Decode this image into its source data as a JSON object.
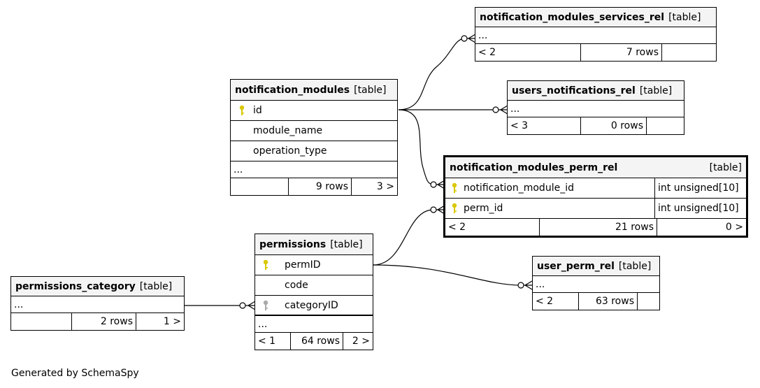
{
  "footer_text": "Generated by SchemaSpy",
  "colors": {
    "pk_key": "#d9c800",
    "fk_key": "#aaaaaa",
    "header_bg": "#f4f4f4"
  },
  "tables": {
    "notification_modules_services_rel": {
      "name": "notification_modules_services_rel",
      "tag": "[table]",
      "ellipsis": "...",
      "parents": "< 2",
      "rows": "7 rows",
      "children": ""
    },
    "users_notifications_rel": {
      "name": "users_notifications_rel",
      "tag": "[table]",
      "ellipsis": "...",
      "parents": "< 3",
      "rows": "0 rows",
      "children": ""
    },
    "notification_modules": {
      "name": "notification_modules",
      "tag": "[table]",
      "columns": [
        {
          "name": "id",
          "icon": "pk-key-icon"
        },
        {
          "name": "module_name"
        },
        {
          "name": "operation_type"
        }
      ],
      "ellipsis": "...",
      "parents": "",
      "rows": "9 rows",
      "children": "3 >"
    },
    "notification_modules_perm_rel": {
      "name": "notification_modules_perm_rel",
      "tag": "[table]",
      "columns": [
        {
          "name": "notification_module_id",
          "type": "int unsigned[10]",
          "icon": "pk-key-icon"
        },
        {
          "name": "perm_id",
          "type": "int unsigned[10]",
          "icon": "pk-key-icon"
        }
      ],
      "parents": "< 2",
      "rows": "21 rows",
      "children": "0 >"
    },
    "permissions": {
      "name": "permissions",
      "tag": "[table]",
      "columns": [
        {
          "name": "permID",
          "icon": "pk-key-icon"
        },
        {
          "name": "code"
        },
        {
          "name": "categoryID",
          "icon": "fk-key-icon"
        }
      ],
      "ellipsis": "...",
      "parents": "< 1",
      "rows": "64 rows",
      "children": "2 >"
    },
    "permissions_category": {
      "name": "permissions_category",
      "tag": "[table]",
      "ellipsis": "...",
      "parents": "",
      "rows": "2 rows",
      "children": "1 >"
    },
    "user_perm_rel": {
      "name": "user_perm_rel",
      "tag": "[table]",
      "ellipsis": "...",
      "parents": "< 2",
      "rows": "63 rows",
      "children": ""
    }
  }
}
